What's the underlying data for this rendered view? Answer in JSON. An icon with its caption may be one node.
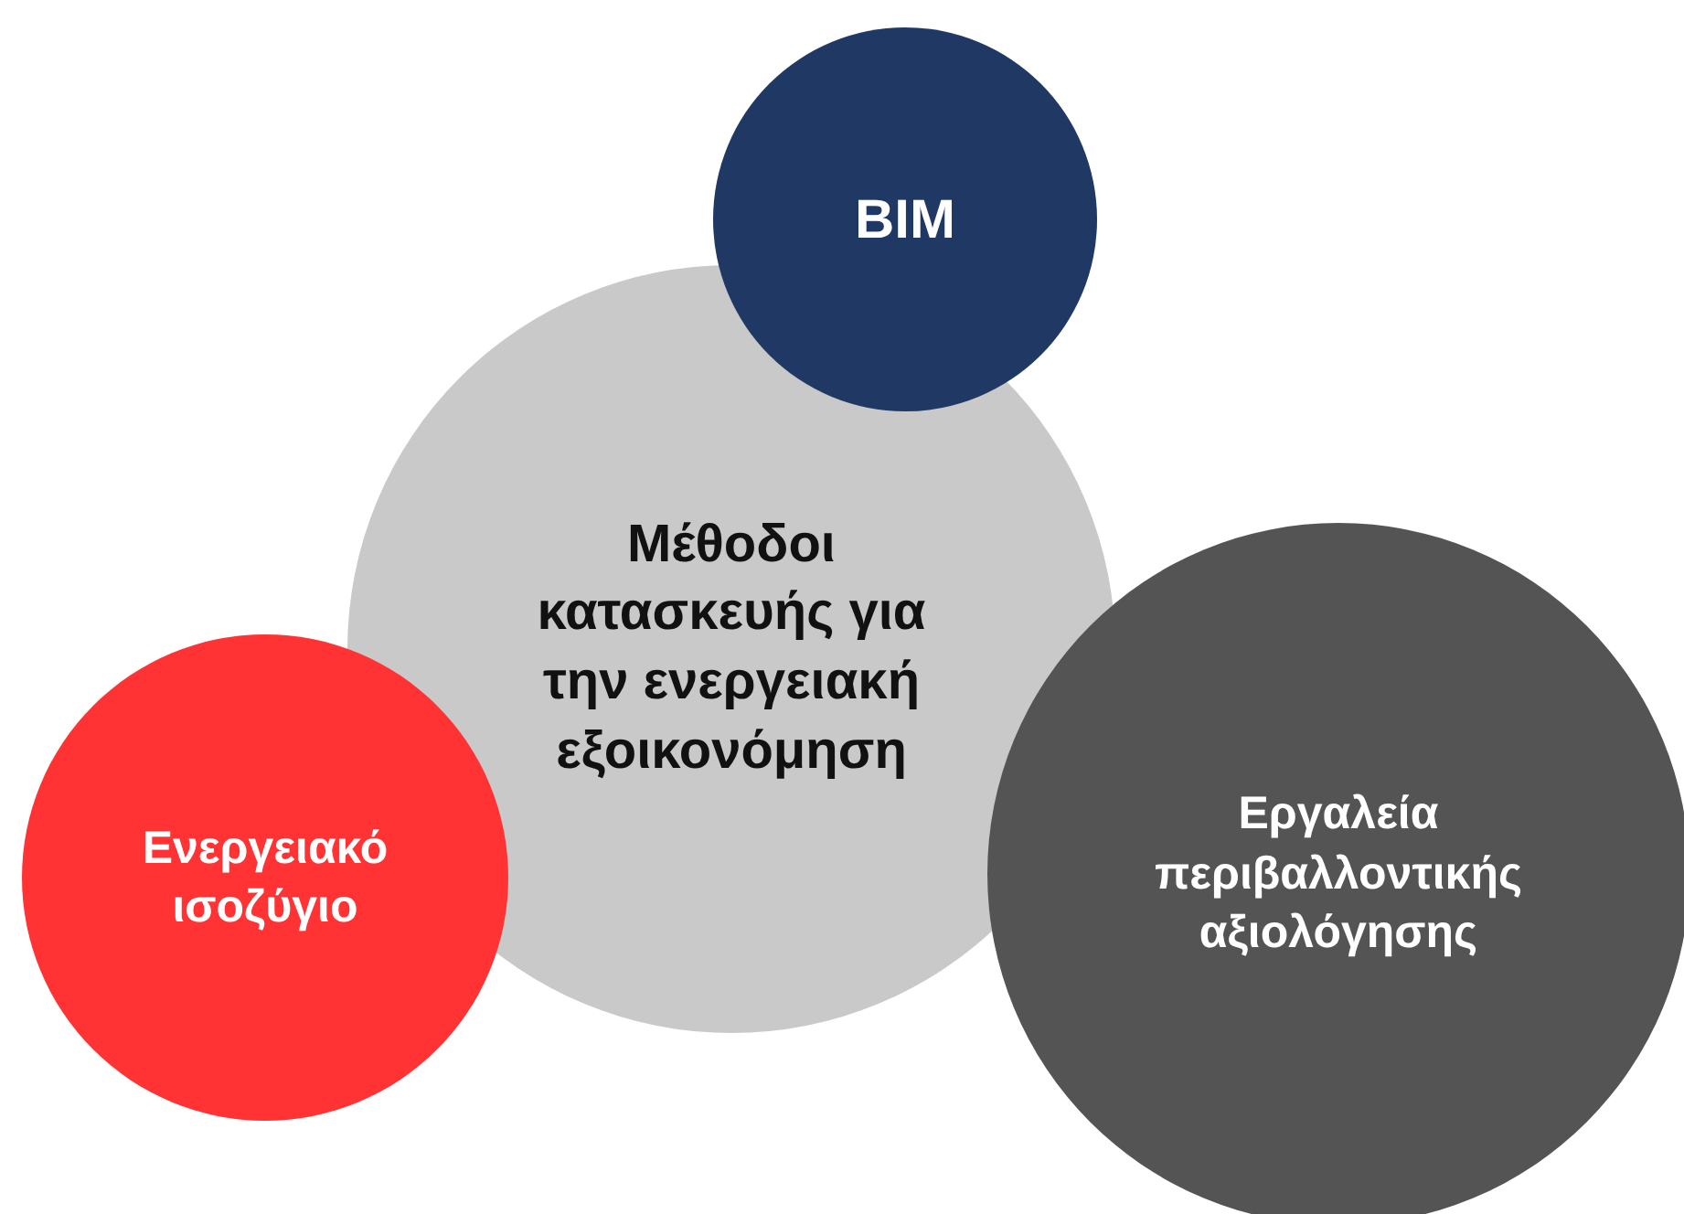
{
  "diagram": {
    "nodes": [
      {
        "text": [
          "BIM"
        ]
      },
      {
        "text": [
          "Μέθοδοι κατασκευής για την ενεργειακή εξοικονόμηση"
        ]
      },
      {
        "text": [
          "Ενεργειακό ισοζύγιο"
        ]
      },
      {
        "text": [
          "Εργαλεία περιβαλλοντικής αξιολόγησης"
        ]
      }
    ]
  }
}
